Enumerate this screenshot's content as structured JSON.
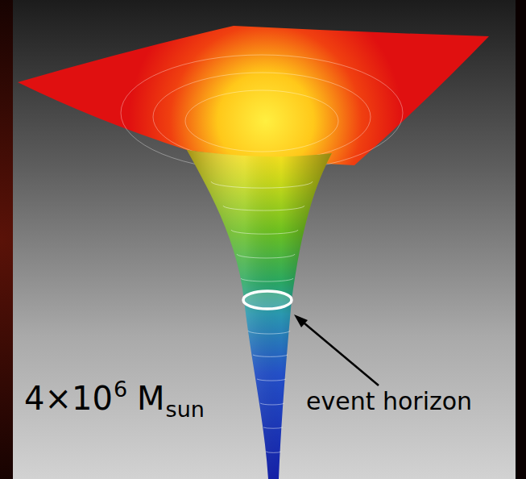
{
  "diagram": {
    "labels": [
      "4×10",
      "6",
      "M",
      "sun",
      "event horizon"
    ]
  }
}
